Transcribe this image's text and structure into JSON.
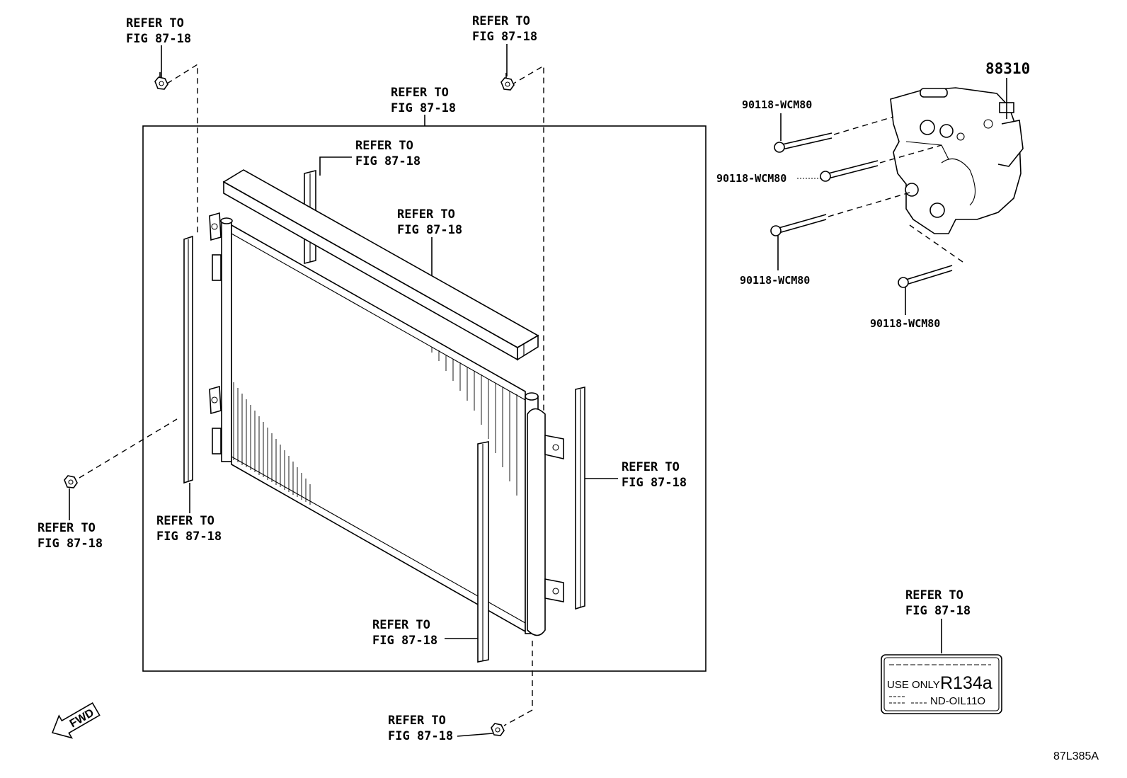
{
  "diagram": {
    "refer_line1": "REFER TO",
    "refer_line2": "FIG 87-18",
    "part_numbers": {
      "compressor": "88310",
      "bolt_1": "90118-WCM80",
      "bolt_2": "90118-WCM80",
      "bolt_3": "90118-WCM80",
      "bolt_4": "90118-WCM80"
    },
    "refrigerant_label": {
      "use_only": "USE ONLY",
      "refrigerant": "R134a",
      "oil": "ND-OIL11O"
    },
    "fwd_arrow": "FWD",
    "illustration_id": "87L385A"
  }
}
